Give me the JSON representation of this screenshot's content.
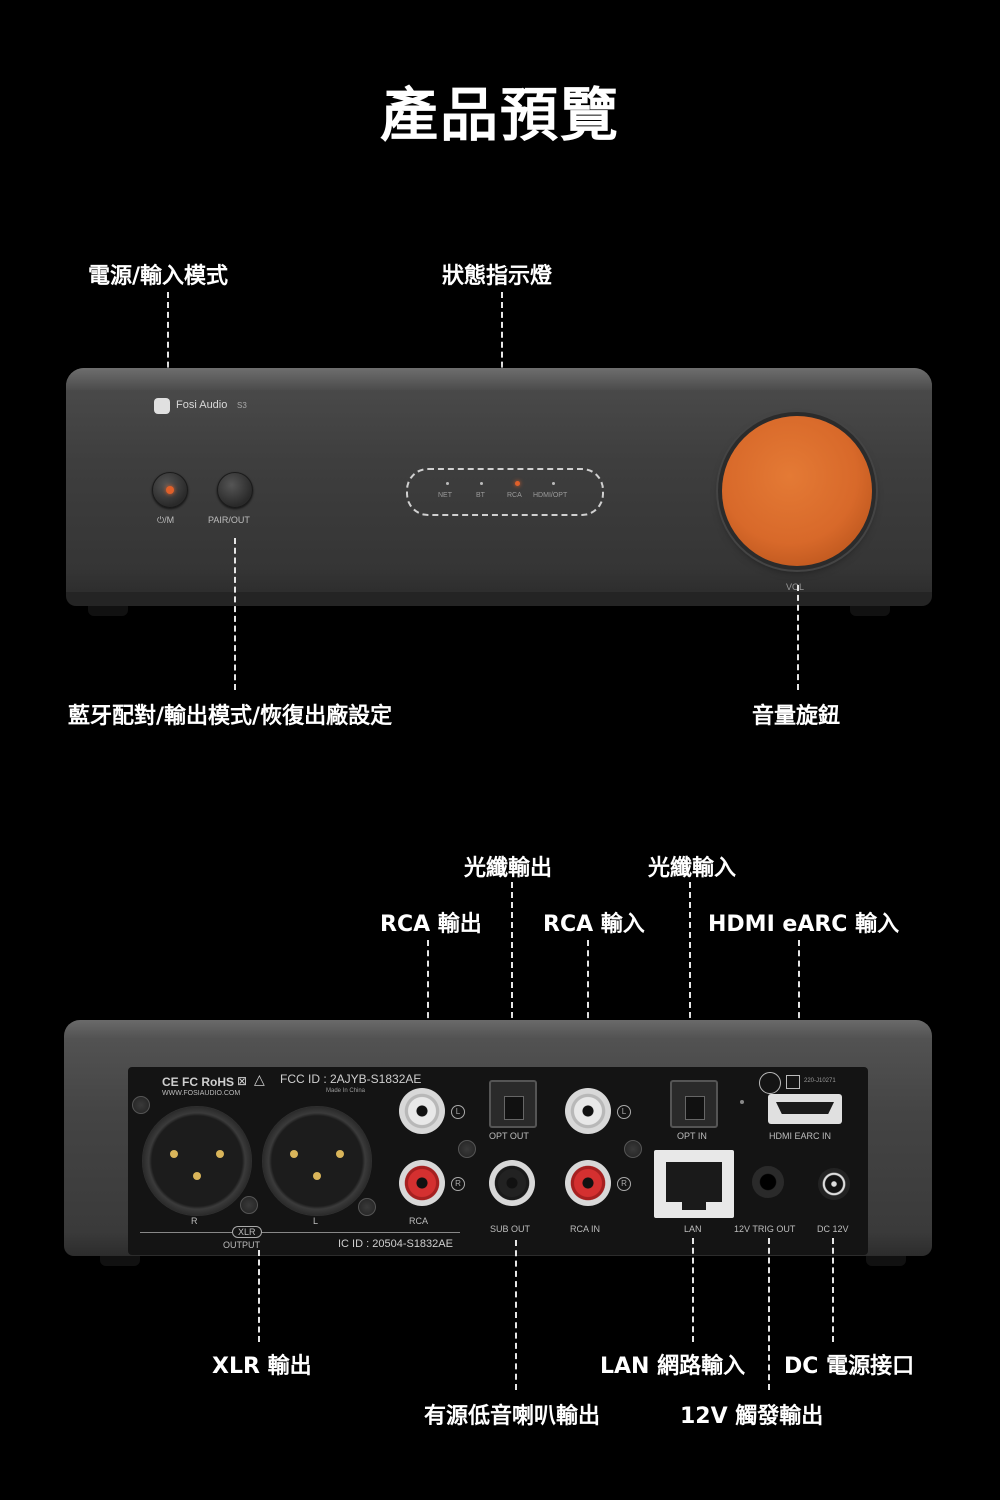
{
  "page_title": "產品預覽",
  "front": {
    "brand": "Fosi Audio",
    "model": "S3",
    "button_power_label": "⏻/M",
    "button_pair_label": "PAIR/OUT",
    "led_labels": [
      "NET",
      "BT",
      "RCA",
      "HDMI/OPT"
    ],
    "knob_label": "VOL",
    "callouts": {
      "power": "電源/輸入模式",
      "status": "狀態指示燈",
      "pair": "藍牙配對/輸出模式/恢復出廠設定",
      "volume": "音量旋鈕"
    }
  },
  "rear": {
    "cert_marks": "CE FC RoHS",
    "website": "WWW.FOSIAUDIO.COM",
    "fcc_id": "FCC ID : 2AJYB-S1832AE",
    "made_in": "Made In China",
    "ic_id": "IC ID : 20504-S1832AE",
    "reg_no": "220-J10271",
    "port_labels": {
      "xlr_r": "R",
      "xlr_l": "L",
      "xlr": "XLR",
      "output": "OUTPUT",
      "rca": "RCA",
      "opt_out": "OPT OUT",
      "sub_out": "SUB OUT",
      "rca_in": "RCA IN",
      "opt_in": "OPT IN",
      "lan": "LAN",
      "trig": "12V TRIG OUT",
      "dc": "DC 12V",
      "hdmi": "HDMI EARC IN",
      "l_mark": "L",
      "r_mark": "R"
    },
    "callouts": {
      "opt_out": "光纖輸出",
      "opt_in": "光纖輸入",
      "rca_out": "RCA 輸出",
      "rca_in": "RCA 輸入",
      "hdmi": "HDMI eARC 輸入",
      "xlr": "XLR 輸出",
      "lan": "LAN 網路輸入",
      "dc": "DC 電源接口",
      "sub": "有源低音喇叭輸出",
      "trig": "12V 觸發輸出"
    }
  },
  "colors": {
    "knob": "#d8692a",
    "background": "#000000",
    "led_active": "#e0602a"
  }
}
